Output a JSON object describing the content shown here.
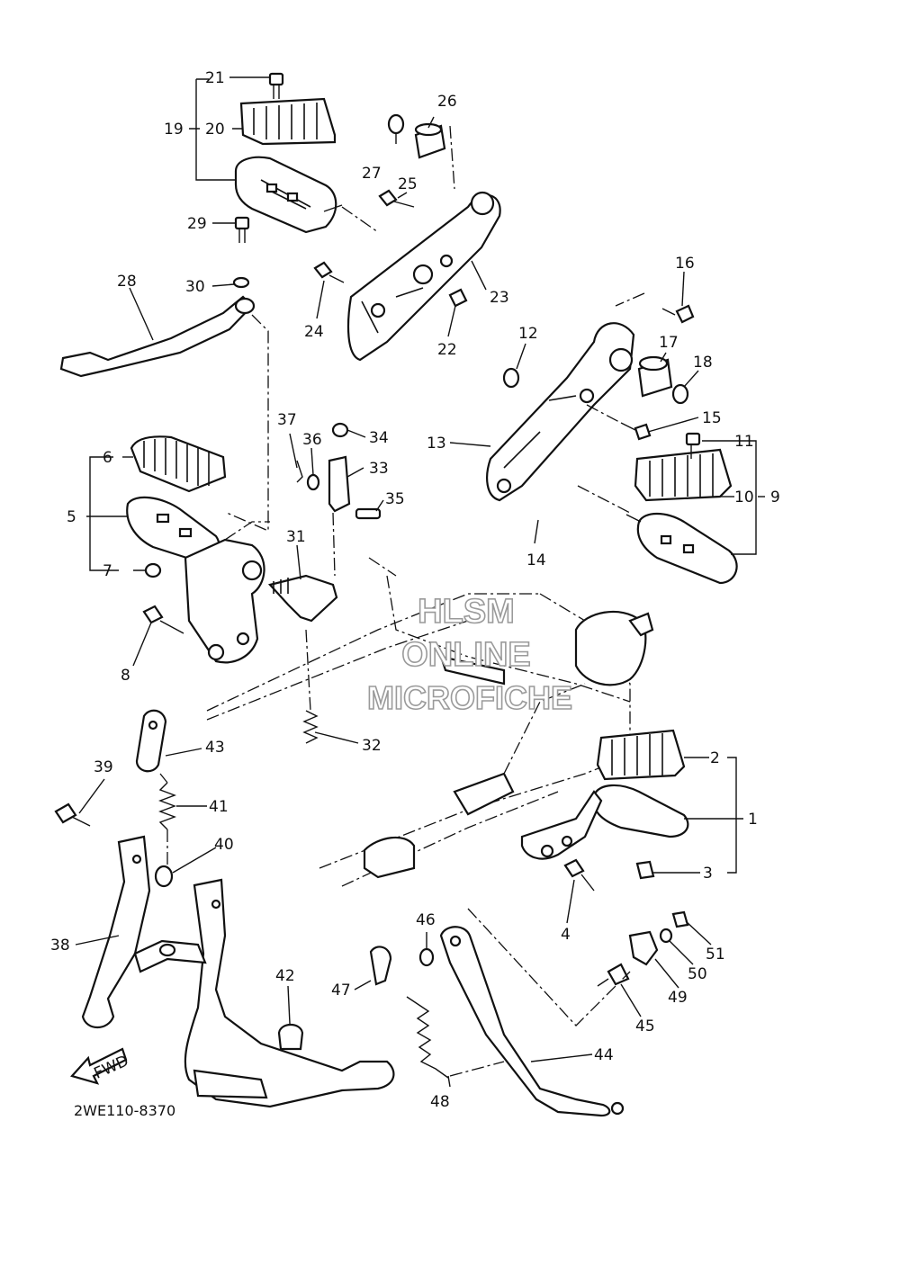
{
  "diagram": {
    "code": "2WE110-8370",
    "fwd_label": "FWD",
    "watermark": [
      "HLSM",
      "ONLINE",
      "MICROFICHE"
    ],
    "callouts": [
      "1",
      "2",
      "3",
      "4",
      "5",
      "6",
      "7",
      "8",
      "9",
      "10",
      "11",
      "12",
      "13",
      "14",
      "15",
      "16",
      "17",
      "18",
      "19",
      "20",
      "21",
      "22",
      "23",
      "24",
      "25",
      "26",
      "27",
      "28",
      "29",
      "30",
      "31",
      "32",
      "33",
      "34",
      "35",
      "36",
      "37",
      "38",
      "39",
      "40",
      "41",
      "42",
      "43",
      "44",
      "45",
      "46",
      "47",
      "48",
      "49",
      "50",
      "51"
    ]
  }
}
